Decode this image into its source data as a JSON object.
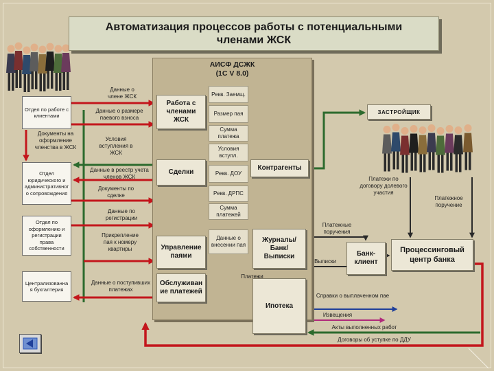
{
  "slide": {
    "title": "Автоматизация процессов работы с потенциальными членами ЖСК"
  },
  "system": {
    "name": "АИСФ ДСЖК",
    "platform": "(1С V 8.0)"
  },
  "modules": {
    "members": "Работа с членами ЖСК",
    "deals": "Сделки",
    "shares": "Управление паями",
    "payments": "Обслуживание платежей",
    "counterparties": "Контрагенты",
    "journals": "Журналы/ Банк/ Выписки",
    "mortgage": "Ипотека"
  },
  "fields": [
    "Рекв. Заемщ.",
    "Размер пая",
    "Сумма платежа",
    "Условия вступл.",
    "Рекв. ДОУ",
    "Рекв. ДРПС",
    "Сумма платежей",
    "Данные о внесении пая"
  ],
  "departments": {
    "clients": "Отдел по работе с клиентами",
    "legal": "Отдел юридического и административного сопровождения",
    "registration": "Отдел по оформлению и регистрации права собственности",
    "accounting": "Централизованная бухгалтерия"
  },
  "flows": {
    "member_data": "Данные о члене ЖСК",
    "share_size": "Данные о размере паевого взноса",
    "membership_docs": "Документы на оформление членства в ЖСК",
    "entry_terms": "Условия вступления в ЖСК",
    "registry_data": "Данные в реестр учета членов ЖСК",
    "deal_docs": "Документы по сделке",
    "registration_data": "Данные по регистрации",
    "share_binding": "Прикрепление пая к номеру квартиры",
    "received_payments": "Данные о поступивших платежах",
    "ddu_payments": "Платежи по договору долевого участия",
    "payment_order": "Платежное поручение",
    "payment_orders": "Платежные поручения",
    "statements": "Выписки",
    "payments": "Платежи",
    "certificates": "Справки о выплаченном пае",
    "notices": "Извещения",
    "acts": "Акты выполненных работ",
    "assignments": "Договоры об уступке по ДДУ"
  },
  "external": {
    "developer": "ЗАСТРОЙЩИК",
    "bank_client": "Банк-клиент",
    "processing_center": "Процессинговый центр банка"
  },
  "icons": {
    "nav_back": "arrow-left-icon",
    "people": "people-group-image"
  }
}
